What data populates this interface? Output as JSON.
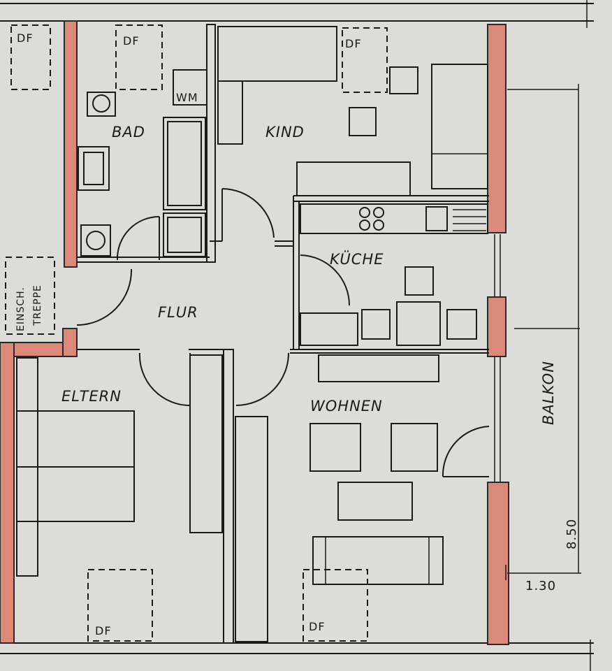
{
  "rooms": {
    "bad": "BAD",
    "kind": "KIND",
    "kueche": "KÜCHE",
    "flur": "FLUR",
    "eltern": "ELTERN",
    "wohnen": "WOHNEN",
    "balkon": "BALKON"
  },
  "labels": {
    "df": "DF",
    "wm": "WM",
    "treppe_line1": "EINSCH.",
    "treppe_line2": "TREPPE"
  },
  "dimensions": {
    "balkon_length": "8.50",
    "balkon_width": "1.30"
  },
  "colors": {
    "paper": "#dcdcd8",
    "wall_fill": "#d98a7a",
    "ink": "#1a1a1a"
  }
}
